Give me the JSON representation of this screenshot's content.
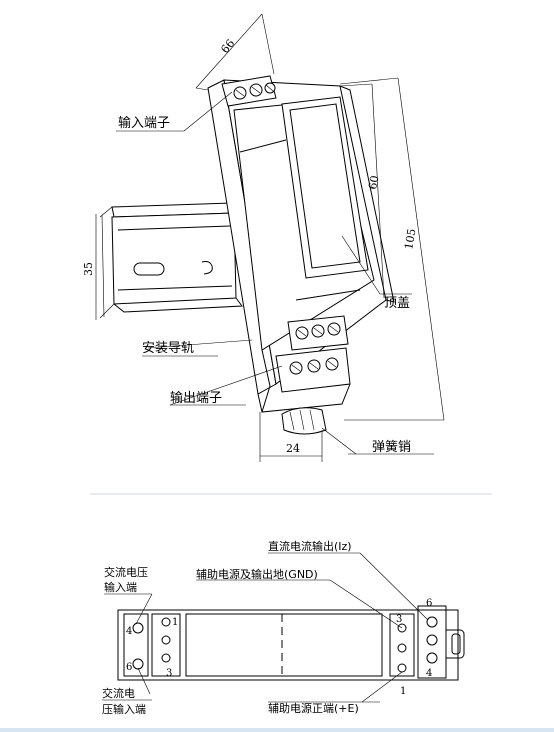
{
  "top_view": {
    "labels": {
      "input_terminal": "输入端子",
      "top_cover": "顶盖",
      "mount_rail": "安装导轨",
      "output_terminal": "输出端子",
      "spring_pin": "弹簧销"
    },
    "dimensions": {
      "width": "66",
      "cover_height": "60",
      "total_height": "105",
      "rail_height": "35",
      "depth": "24"
    }
  },
  "wiring_view": {
    "labels": {
      "dc_output": "直流电流输出(Iz)",
      "aux_power_gnd": "辅助电源及输出地(GND)",
      "ac_voltage_input_top": [
        "交流电压",
        "输入端"
      ],
      "ac_voltage_input_bottom": [
        "交流电",
        "压输入端"
      ],
      "aux_power_pos": "辅助电源正端(+E)"
    },
    "pins": {
      "left_outer_top": "4",
      "left_outer_bottom": "6",
      "left_inner_top": "1",
      "left_inner_bottom": "3",
      "right_inner_top": "3",
      "right_inner_bottom": "1",
      "right_outer_top": "6",
      "right_outer_bottom": "4"
    }
  }
}
